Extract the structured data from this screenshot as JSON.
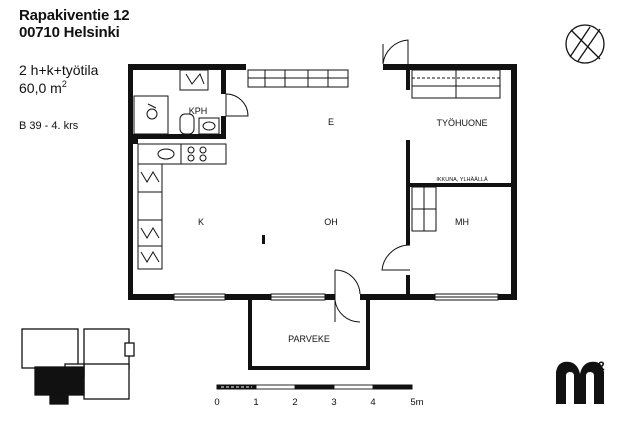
{
  "header": {
    "street": "Rapakiventie 12",
    "postal_city": "00710 Helsinki",
    "rooms": "2 h+k+työtila",
    "area_value": "60,0 m",
    "area_sup": "2",
    "unit_floor": "B 39 - 4. krs"
  },
  "rooms": {
    "kph": "KPH",
    "e": "E",
    "tyohuone": "TYÖHUONE",
    "window_note": "IKKUNA, YLHÄÄLLÄ",
    "mh": "MH",
    "k": "K",
    "oh": "OH",
    "parveke": "PARVEKE"
  },
  "scale_bar": {
    "labels": [
      "0",
      "1",
      "2",
      "3",
      "4",
      "5m"
    ]
  },
  "logo": {
    "letter": "M",
    "sup": "2"
  },
  "icons": [
    "compass-icon",
    "building-keyplan-icon",
    "m2-logo-icon"
  ],
  "colors": {
    "ink": "#111111",
    "background": "#ffffff"
  }
}
